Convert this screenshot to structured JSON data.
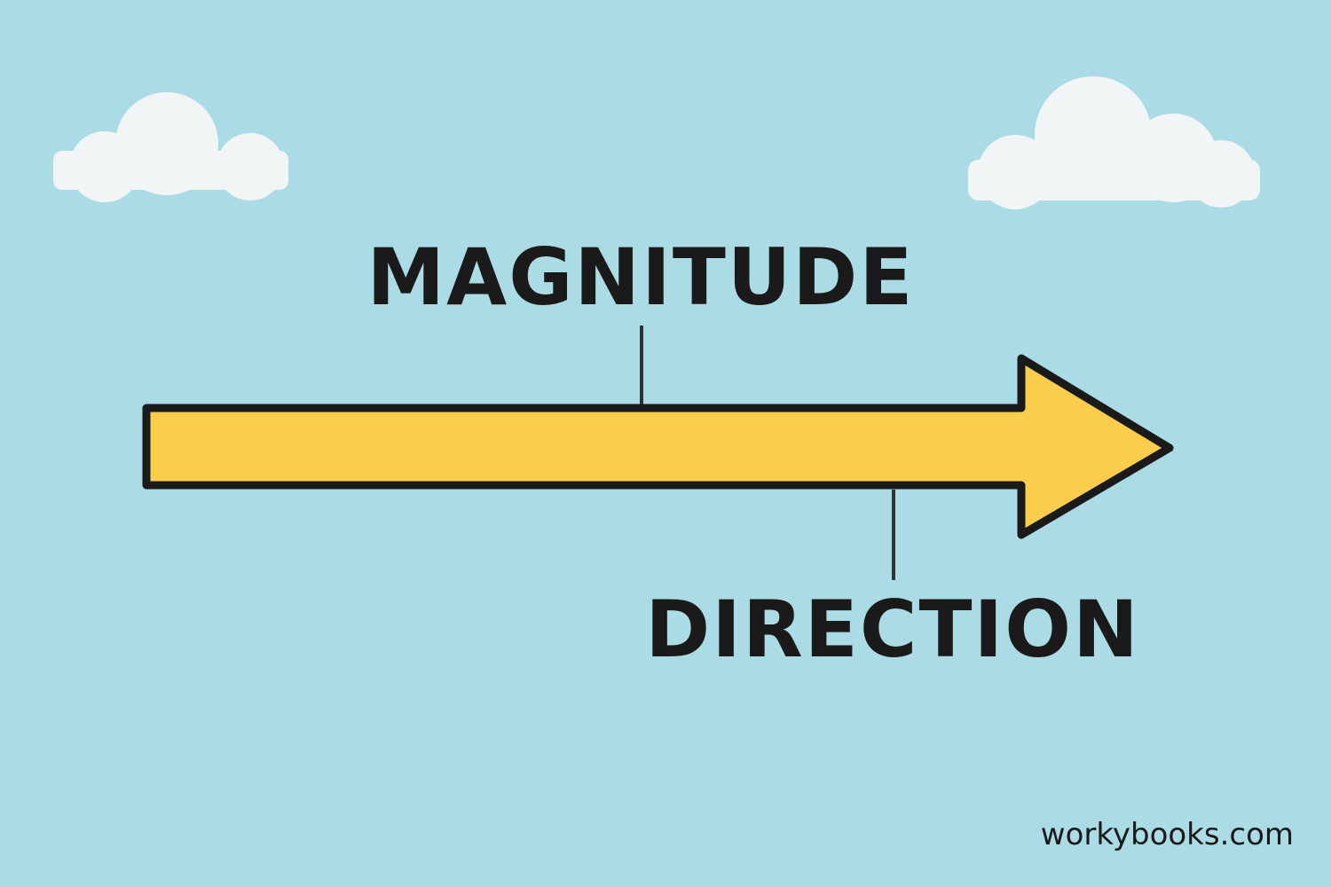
{
  "colors": {
    "background": "#abdce6",
    "cloud": "#f1f5f6",
    "arrow_fill": "#fbcd4d",
    "outline": "#1a1a1a"
  },
  "icons": [
    "cloud-icon",
    "vector-arrow-icon"
  ],
  "labels": {
    "magnitude": "MAGNITUDE",
    "direction": "DIRECTION"
  },
  "watermark": "workybooks.com"
}
